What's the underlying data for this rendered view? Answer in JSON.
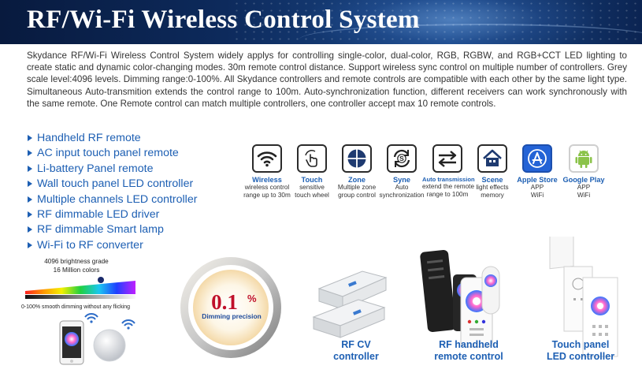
{
  "banner": {
    "title": "RF/Wi-Fi Wireless Control System"
  },
  "intro": "Skydance RF/Wi-Fi Wireless Control System widely applys for controlling single-color, dual-color, RGB, RGBW, and RGB+CCT LED lighting to create static and dynamic color-changing modes.  30m remote control distance. Support wireless sync control on multiple number of controllers. Grey scale level:4096 levels. Dimming range:0-100%. All Skydance controllers and remote controls are compatible with each other by the same light type. Simultaneous Auto-transmition extends the control range to 100m.  Auto-synchronization function, different receivers can work synchronously with the same remote. One Remote control can match multiple controllers, one controller accept max 10 remote controls.",
  "features_list": [
    "Handheld RF  remote",
    "AC input touch panel remote",
    "Li-battery Panel remote",
    "Wall touch panel LED controller",
    "Multiple channels LED controller",
    "RF dimmable LED driver",
    "RF dimmable Smart lamp",
    "Wi-Fi to RF converter"
  ],
  "feature_icons": [
    {
      "icon": "wifi-icon",
      "name": "Wireless",
      "desc1": "wireless control",
      "desc2": "range up to 30m"
    },
    {
      "icon": "touch-hand-icon",
      "name": "Touch",
      "desc1": "sensitive",
      "desc2": "touch wheel"
    },
    {
      "icon": "zone-circle-icon",
      "name": "Zone",
      "desc1": "Multiple zone",
      "desc2": "group control"
    },
    {
      "icon": "sync-icon",
      "name": "Syne",
      "desc1": "Auto",
      "desc2": "synchronization"
    },
    {
      "icon": "arrows-icon",
      "name": "Auto transmission",
      "desc1": "extend the remote",
      "desc2": "range to 100m"
    },
    {
      "icon": "house-icon",
      "name": "Scene",
      "desc1": "light effects",
      "desc2": "memory"
    },
    {
      "icon": "app-store-icon",
      "name": "Apple Store",
      "desc1": "APP",
      "desc2": "WiFi"
    },
    {
      "icon": "android-icon",
      "name": "Google Play",
      "desc1": "APP",
      "desc2": "WiFi"
    }
  ],
  "dimming_graphic": {
    "brightness_label": "4096 brightness grade",
    "colors_label": "16 Million colors",
    "smooth_label": "0-100% smooth dimming without any flicking"
  },
  "precision": {
    "value": "0.1",
    "unit": "%",
    "label": "Dimming precision"
  },
  "products": [
    {
      "line1": "RF CV",
      "line2": "controller"
    },
    {
      "line1": "RF handheld",
      "line2": "remote control"
    },
    {
      "line1": "Touch panel",
      "line2": "LED controller"
    }
  ],
  "colors": {
    "accent_blue": "#1d5fb3",
    "banner_navy": "#0d2a5c",
    "precision_red": "#c0102a"
  }
}
